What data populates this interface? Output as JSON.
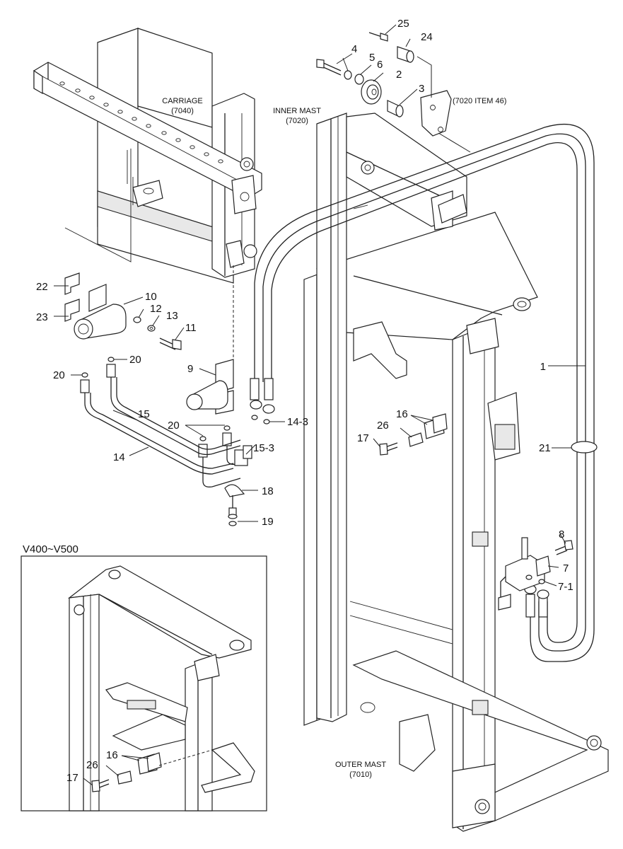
{
  "captions": {
    "carriage": "CARRIAGE",
    "carriage_code": "(7040)",
    "inner_mast": "INNER MAST",
    "inner_mast_code": "(7020)",
    "outer_mast": "OUTER MAST",
    "outer_mast_code": "(7010)",
    "bracket_ref": "(7020 ITEM 46)"
  },
  "inset": {
    "title": "V400~V500"
  },
  "callouts": {
    "p1": "1",
    "p2": "2",
    "p3": "3",
    "p4": "4",
    "p5": "5",
    "p6": "6",
    "p7": "7",
    "p7_1": "7-1",
    "p8": "8",
    "p9": "9",
    "p10": "10",
    "p11": "11",
    "p12": "12",
    "p13": "13",
    "p14": "14",
    "p14_3": "14-3",
    "p15": "15",
    "p15_3": "15-3",
    "p16": "16",
    "p17": "17",
    "p18": "18",
    "p19": "19",
    "p20a": "20",
    "p20b": "20",
    "p20c": "20",
    "p21": "21",
    "p22": "22",
    "p23": "23",
    "p24": "24",
    "p25": "25",
    "p26": "26",
    "inset_p16": "16",
    "inset_p17": "17",
    "inset_p26": "26"
  }
}
